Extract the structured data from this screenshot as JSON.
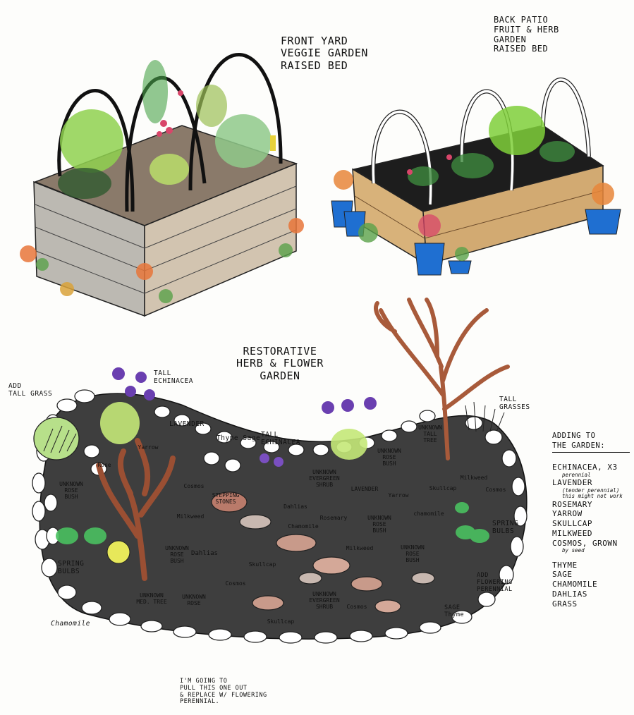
{
  "titles": {
    "front_bed": "FRONT YARD\nVEGGIE GARDEN\nRAISED BED",
    "back_bed": "BACK PATIO\nFRUIT & HERB\nGARDEN\nRAISED BED",
    "restorative": "RESTORATIVE\nHERB & FLOWER\nGARDEN"
  },
  "annotations": {
    "add_tall_grass": "ADD\nTALL GRASS",
    "tall_echinacea_left": "TALL\nECHINACEA",
    "lavender": "LAVENDER",
    "thyme_sage": "Thyme  Sage",
    "tall_echinacea_mid": "TALL\nECHINACEA",
    "tall_grasses": "TALL\nGRASSES",
    "spring_bulbs_left": "SPRING\nBULBS",
    "spring_bulbs_right": "SPRING\nBULBS",
    "chamomile_note": "Chamomile",
    "add_flowering": "ADD\nFLOWERING\nPERENNIAL",
    "sage_thyme": "SAGE\nThyme",
    "pull_out": "I'M GOING TO\nPULL THIS ONE OUT\n& REPLACE W/ FLOWERING\nPERENNIAL."
  },
  "plants": {
    "unknown_rose_bush_left": "UNKNOWN\nROSE\nBUSH",
    "yarrow_top": "Yarrow",
    "rose_top": "Rose",
    "cosmos_1": "Cosmos",
    "stepping_stones": "STEPPING\nSTONES",
    "milkweed_1": "Milkweed",
    "unknown_rose_bush_dahlias": "UNKNOWN\nROSE\nBUSH",
    "dahlias_1": "Dahlias",
    "unknown_med_tree": "UNKNOWN\nMED. TREE",
    "unknown_rose": "UNKNOWN\nROSE",
    "cosmos_2": "Cosmos",
    "skullcap_1": "Skullcap",
    "skullcap_2": "Skullcap",
    "dahlias_2": "Dahlias",
    "chamomile_1": "Chamomile",
    "rosemary": "Rosemary",
    "unknown_evergreen_top": "UNKNOWN\nEVERGREEN\nSHRUB",
    "unknown_rose_bush_top": "UNKNOWN\nROSE\nBUSH",
    "lavender_bed": "LAVENDER",
    "yarrow_2": "Yarrow",
    "unknown_tall_tree": "UNKNOWN\nTALL\nTREE",
    "skullcap_3": "Skullcap",
    "milkweed_2": "Milkweed",
    "cosmos_3": "Cosmos",
    "chamomile_2": "chamomile",
    "unknown_rose_bush_mid": "UNKNOWN\nROSE\nBUSH",
    "milkweed_3": "Milkweed",
    "unknown_rose_bush_right": "UNKNOWN\nROSE\nBUSH",
    "unknown_evergreen_bottom": "UNKNOWN\nEVERGREEN\nSHRUB",
    "cosmos_4": "Cosmos"
  },
  "sidebar": {
    "heading": "ADDING TO\nTHE GARDEN:",
    "items": [
      {
        "text": "ECHINACEA, x3",
        "sub": "perennial"
      },
      {
        "text": "LAVENDER",
        "sub": "(tender perennial)\nthis might not work"
      },
      {
        "text": "ROSEMARY",
        "sub": ""
      },
      {
        "text": "YARROW",
        "sub": ""
      },
      {
        "text": "SKULLCAP",
        "sub": ""
      },
      {
        "text": "MILKWEED",
        "sub": ""
      },
      {
        "text": "COSMOS, grown",
        "sub": "by seed"
      },
      {
        "text": "THYME",
        "sub": ""
      },
      {
        "text": "SAGE",
        "sub": ""
      },
      {
        "text": "CHAMOMILE",
        "sub": ""
      },
      {
        "text": "DAHLIAS",
        "sub": ""
      },
      {
        "text": "GRASS",
        "sub": ""
      }
    ]
  },
  "colors": {
    "soil": "#3a3a3a",
    "wood_gray": "#b9b6ae",
    "wood_tan": "#c9a06b",
    "pot_blue": "#1f6fd1",
    "leaf": "#6fbf4a",
    "bark": "#9a4f33"
  }
}
